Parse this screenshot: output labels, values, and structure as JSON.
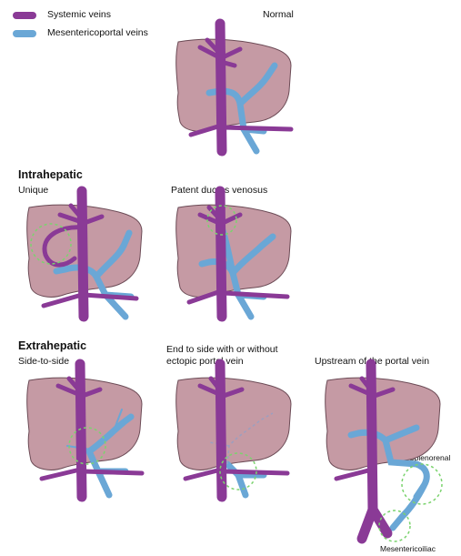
{
  "legend": {
    "systemic": {
      "label": "Systemic veins",
      "color": "#8a3a96"
    },
    "portal": {
      "label": "Mesentericoportal veins",
      "color": "#6aa7d6"
    }
  },
  "colors": {
    "liver_fill": "#c59aa4",
    "liver_stroke": "#6b4a55",
    "shunt_circle": "#7bd36e"
  },
  "panels": {
    "normal": {
      "title": "Normal"
    },
    "intrahepatic": {
      "heading": "Intrahepatic",
      "unique": "Unique",
      "patent": "Patent ductus venosus"
    },
    "extrahepatic": {
      "heading": "Extrahepatic",
      "side": "Side-to-side",
      "end_line1": "End to side with or without",
      "end_line2": "ectopic portal vein",
      "upstream": "Upstream of the portal vein",
      "splenorenal": "Splenorenal",
      "mesentericoiliac": "Mesentericoiliac"
    }
  }
}
